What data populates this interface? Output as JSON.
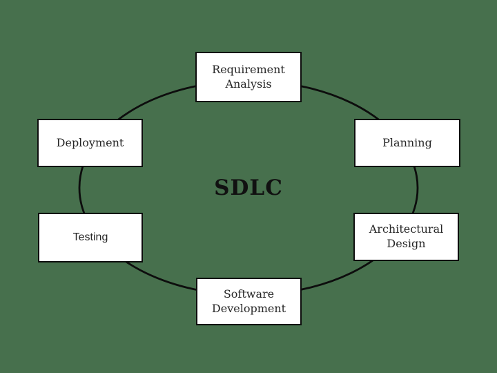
{
  "title": "SDLC",
  "nodes": [
    {
      "id": "requirement-analysis",
      "label": "Requirement\nAnalysis"
    },
    {
      "id": "planning",
      "label": "Planning"
    },
    {
      "id": "architectural-design",
      "label": "Architectural\nDesign"
    },
    {
      "id": "software-development",
      "label": "Software\nDevelopment"
    },
    {
      "id": "testing",
      "label": "Testing"
    },
    {
      "id": "deployment",
      "label": "Deployment"
    }
  ],
  "colors": {
    "background": "#47704D",
    "node_fill": "#ffffff",
    "stroke": "#0d0d0d",
    "text": "#262626"
  }
}
